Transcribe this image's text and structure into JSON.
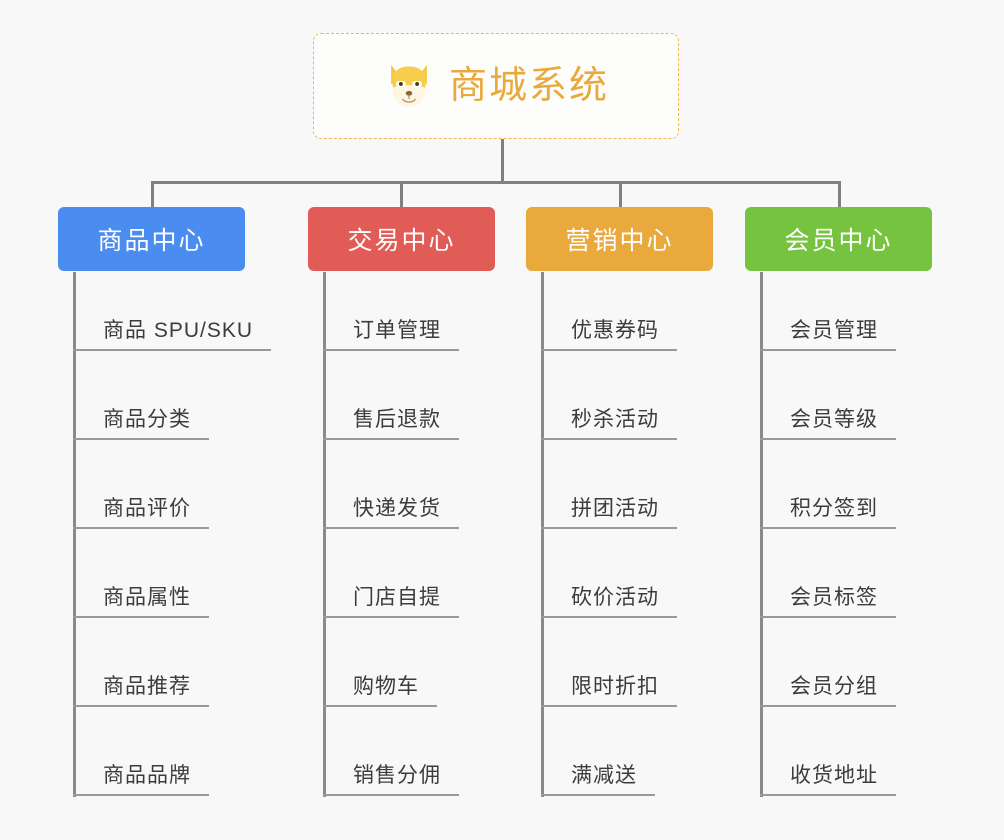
{
  "diagram": {
    "title": "商城系统",
    "root": {
      "label": "商城系统",
      "icon": "shiba-dog-icon",
      "text_color": "#eaa93c",
      "border_color": "#f0b74a",
      "background": "#fdfdfb"
    },
    "connector_color": "#808080",
    "background": "#f8f8f8",
    "branches": [
      {
        "label": "商品中心",
        "color": "#4a8cf0",
        "items": [
          "商品 SPU/SKU",
          "商品分类",
          "商品评价",
          "商品属性",
          "商品推荐",
          "商品品牌"
        ]
      },
      {
        "label": "交易中心",
        "color": "#e15b57",
        "items": [
          "订单管理",
          "售后退款",
          "快递发货",
          "门店自提",
          "购物车",
          "销售分佣"
        ]
      },
      {
        "label": "营销中心",
        "color": "#eaa93c",
        "items": [
          "优惠券码",
          "秒杀活动",
          "拼团活动",
          "砍价活动",
          "限时折扣",
          "满减送"
        ]
      },
      {
        "label": "会员中心",
        "color": "#76c33f",
        "items": [
          "会员管理",
          "会员等级",
          "积分签到",
          "会员标签",
          "会员分组",
          "收货地址"
        ]
      }
    ]
  }
}
